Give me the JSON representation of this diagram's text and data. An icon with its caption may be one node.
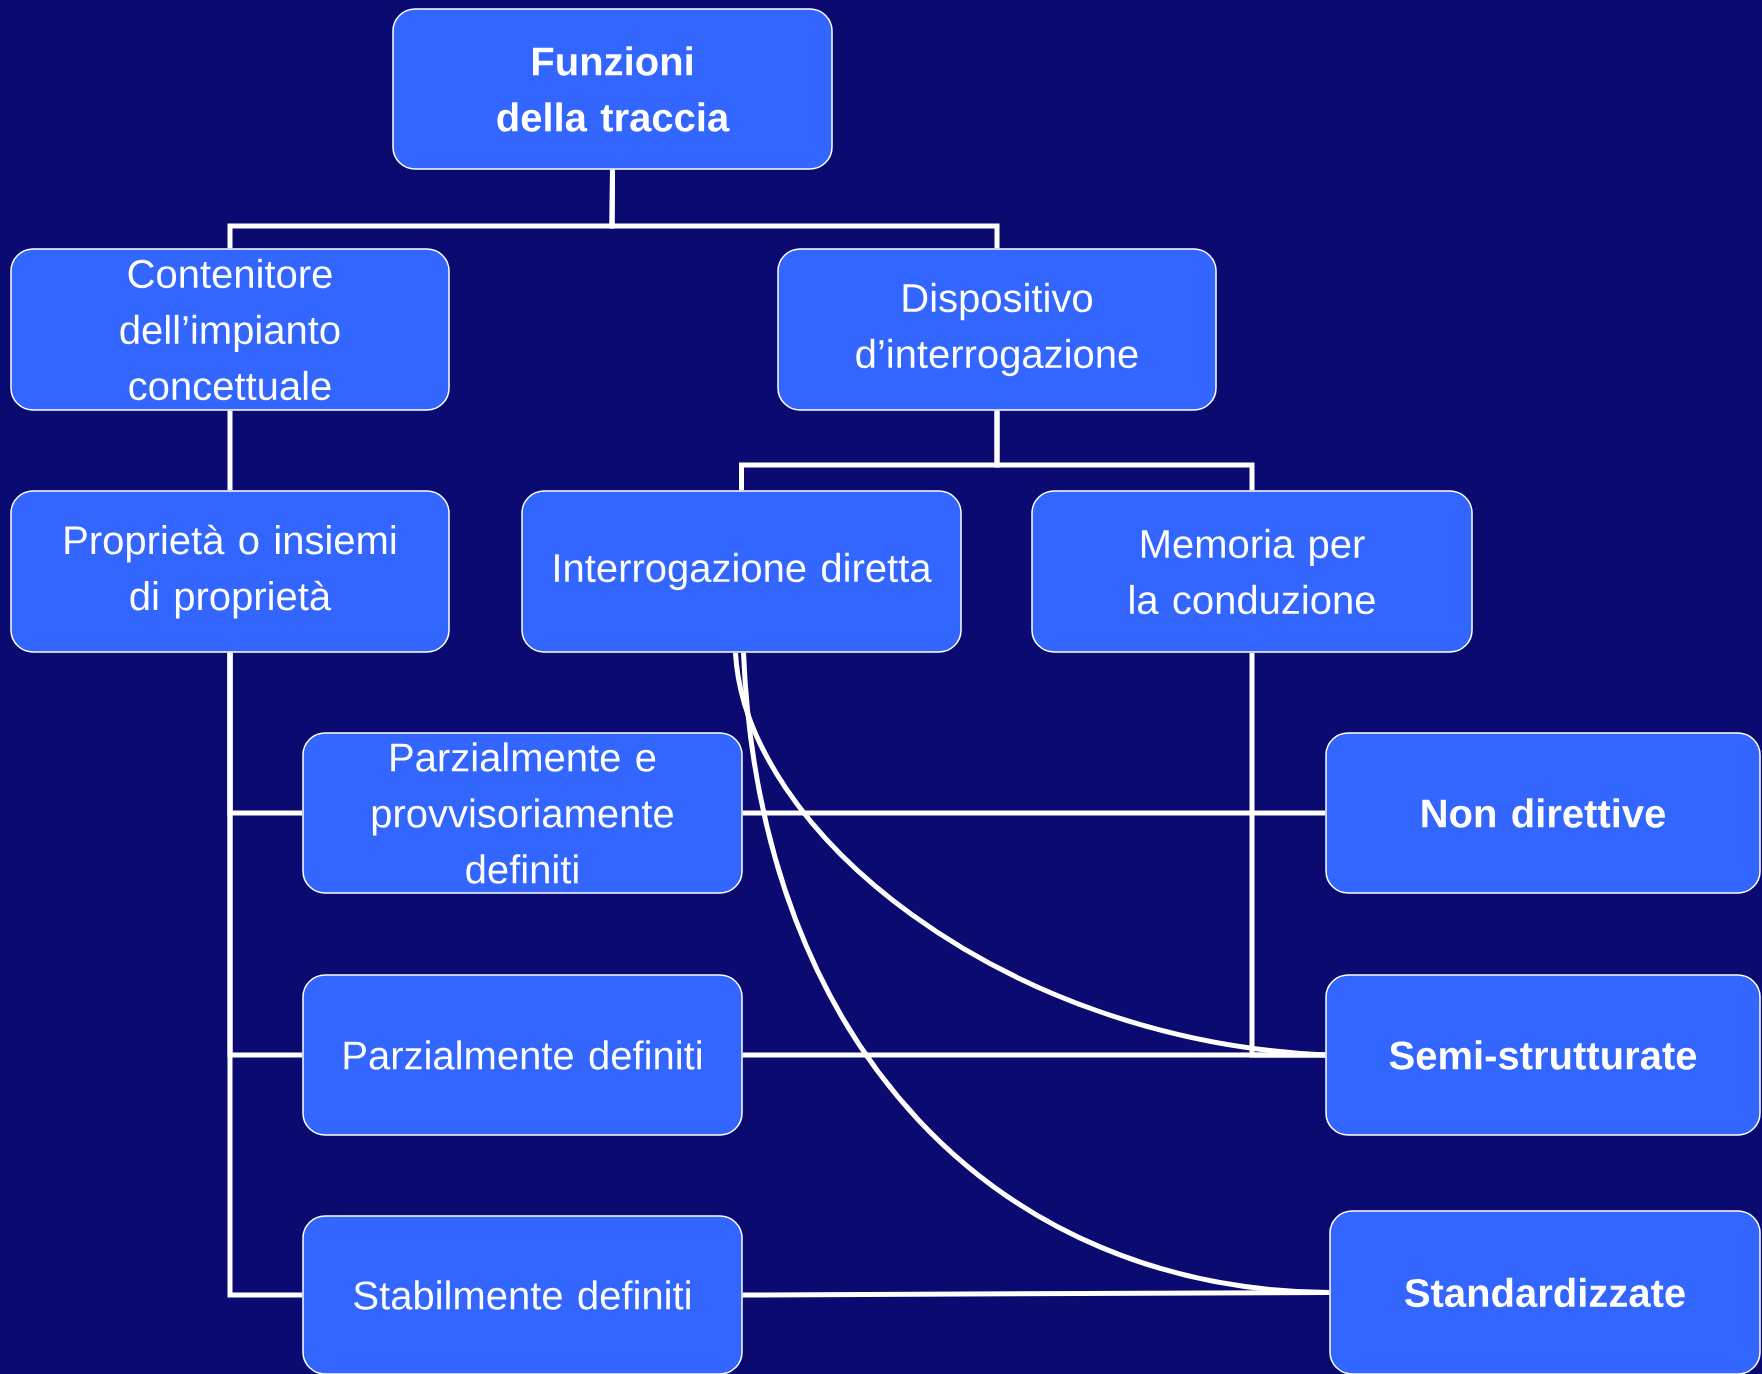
{
  "diagram": {
    "nodes": [
      {
        "text": [
          "Funzioni della traccia"
        ]
      },
      {
        "text": [
          "Contenitore dell’impianto concettuale"
        ]
      },
      {
        "text": [
          "Dispositivo d’interrogazione"
        ]
      },
      {
        "text": [
          "Proprietà o insiemi di proprietà"
        ]
      },
      {
        "text": [
          "Interrogazione diretta"
        ]
      },
      {
        "text": [
          "Memoria per la conduzione"
        ]
      },
      {
        "text": [
          "Parzialmente e provvisoriamente definiti"
        ]
      },
      {
        "text": [
          "Parzialmente definiti"
        ]
      },
      {
        "text": [
          "Stabilmente definiti"
        ]
      },
      {
        "text": [
          "Non direttive"
        ]
      },
      {
        "text": [
          "Semi-strutturate"
        ]
      },
      {
        "text": [
          "Standardizzate"
        ]
      }
    ],
    "edges": [
      {
        "from": 0,
        "to": 1,
        "arrow": "none"
      },
      {
        "from": 0,
        "to": 2,
        "arrow": "none"
      },
      {
        "from": 1,
        "to": 3,
        "arrow": "none"
      },
      {
        "from": 2,
        "to": 4,
        "arrow": "none"
      },
      {
        "from": 2,
        "to": 5,
        "arrow": "none"
      },
      {
        "from": 3,
        "to": 6,
        "arrow": "none"
      },
      {
        "from": 3,
        "to": 7,
        "arrow": "none"
      },
      {
        "from": 3,
        "to": 8,
        "arrow": "none"
      },
      {
        "from": 6,
        "to": 9,
        "arrow": "none"
      },
      {
        "from": 7,
        "to": 10,
        "arrow": "none"
      },
      {
        "from": 8,
        "to": 11,
        "arrow": "none"
      },
      {
        "from": 5,
        "to": 10,
        "arrow": "none"
      },
      {
        "from": 4,
        "to": 10,
        "arrow": "none"
      },
      {
        "from": 4,
        "to": 11,
        "arrow": "none"
      }
    ]
  }
}
